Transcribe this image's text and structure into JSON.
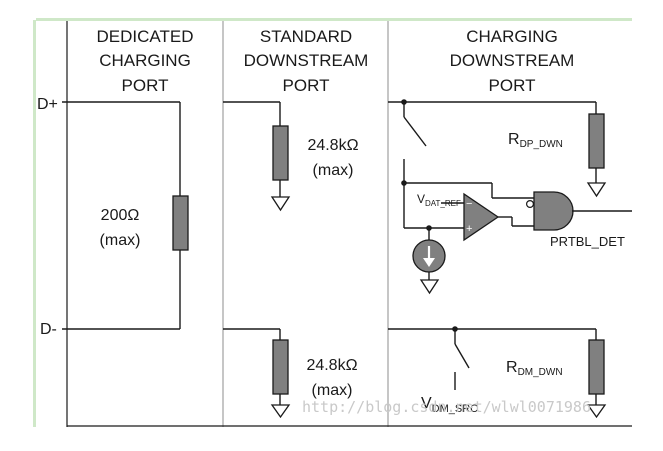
{
  "columns": [
    {
      "header": [
        "DEDICATED",
        "CHARGING",
        "PORT"
      ]
    },
    {
      "header": [
        "STANDARD",
        "DOWNSTREAM",
        "PORT"
      ]
    },
    {
      "header": [
        "CHARGING",
        "DOWNSTREAM",
        "PORT"
      ]
    }
  ],
  "pins": {
    "dplus": "D+",
    "dminus": "D-"
  },
  "dcp": {
    "res_value": "200Ω",
    "res_note": "(max)"
  },
  "sdp": {
    "top_value": "24.8kΩ",
    "top_note": "(max)",
    "bottom_value": "24.8kΩ",
    "bottom_note": "(max)"
  },
  "cdp": {
    "rdp_main": "R",
    "rdp_sub": "DP_DWN",
    "vdat_main": "V",
    "vdat_sub": "DAT_REF",
    "output_label": "PRTBL_DET",
    "rdm_main": "R",
    "rdm_sub": "DM_DWN",
    "vdm_main": "V",
    "vdm_sub": "DM_SRC",
    "comp_minus": "−",
    "comp_plus": "+"
  },
  "watermark": "http://blog.csdn.net/wlwl0071986",
  "colors": {
    "green_accent": "#cfe8c8",
    "divider": "#a0a0a0",
    "resistor": "#808080"
  }
}
